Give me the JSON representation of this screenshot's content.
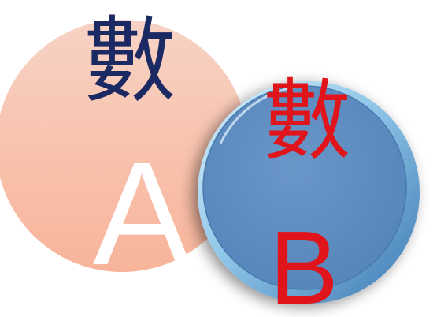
{
  "circle_a": {
    "top_char": "數",
    "letter": "A",
    "fill_top": "#f6c9b8",
    "fill_bottom": "#f9b79d",
    "top_char_color": "#1c2a63",
    "letter_color": "#ffffff"
  },
  "circle_b": {
    "top_char": "數",
    "letter": "B",
    "face_color": "#5c89bf",
    "rim_light": "#bfe3f7",
    "rim_dark": "#4a7fb7",
    "text_color": "#e0141b"
  }
}
